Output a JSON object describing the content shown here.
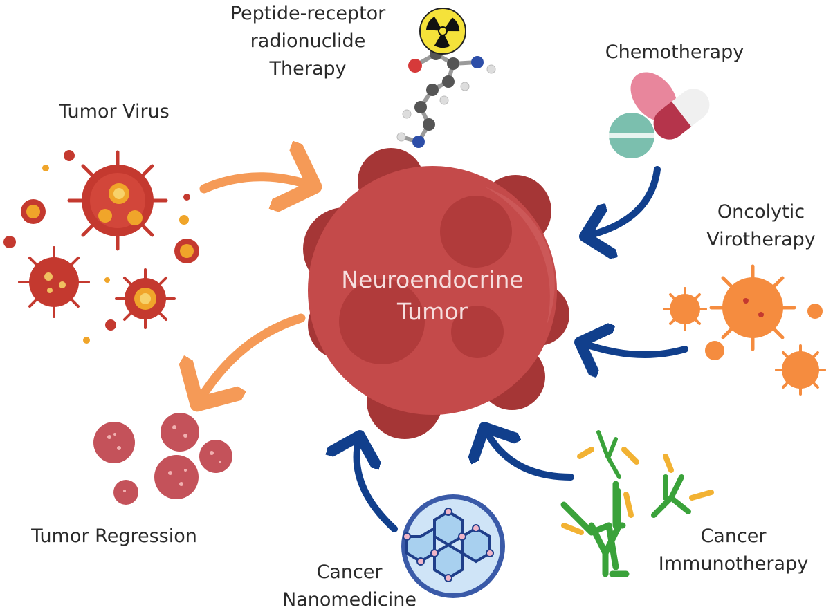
{
  "center": {
    "line1": "Neuroendocrine",
    "line2": "Tumor"
  },
  "labels": {
    "prrt": {
      "line1": "Peptide-receptor",
      "line2": "radionuclide",
      "line3": "Therapy"
    },
    "chemo": {
      "line1": "Chemotherapy"
    },
    "tumor_virus": {
      "line1": "Tumor Virus"
    },
    "oncolytic": {
      "line1": "Oncolytic",
      "line2": "Virotherapy"
    },
    "regression": {
      "line1": "Tumor Regression"
    },
    "nanomedicine": {
      "line1": "Cancer",
      "line2": "Nanomedicine"
    },
    "immunotherapy": {
      "line1": "Cancer",
      "line2": "Immunotherapy"
    }
  },
  "icons": [
    "radiation-icon",
    "molecule-icon",
    "pill-icon",
    "capsule-icon",
    "virus-icon",
    "cell-icon",
    "nanoparticle-icon",
    "antibody-icon"
  ],
  "colors": {
    "tumor": "#c44a4a",
    "tumor_dark": "#a53636",
    "tumor_spot": "#b13b3b",
    "arrow_blue": "#113f8c",
    "arrow_orange": "#f59a57",
    "virus_red": "#c4392f",
    "virus_yellow": "#f0a52a",
    "oncolytic_orange": "#f58c3f",
    "antibody_green": "#3aa23a",
    "antibody_yellow": "#f2b233"
  }
}
